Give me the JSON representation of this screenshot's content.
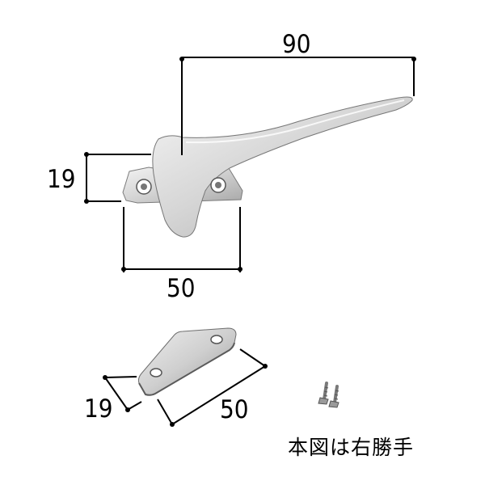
{
  "dimensions": {
    "lever_length": "90",
    "handle_height": "19",
    "base_width": "50",
    "plate_height": "19",
    "plate_width": "50"
  },
  "caption": "本図は右勝手",
  "colors": {
    "metal_light": "#e6e6e6",
    "metal_mid": "#c4c4c4",
    "metal_dark": "#8a8a8a",
    "line": "#000000"
  },
  "icons": [
    "window-crescent-handle",
    "strike-plate",
    "screws"
  ]
}
